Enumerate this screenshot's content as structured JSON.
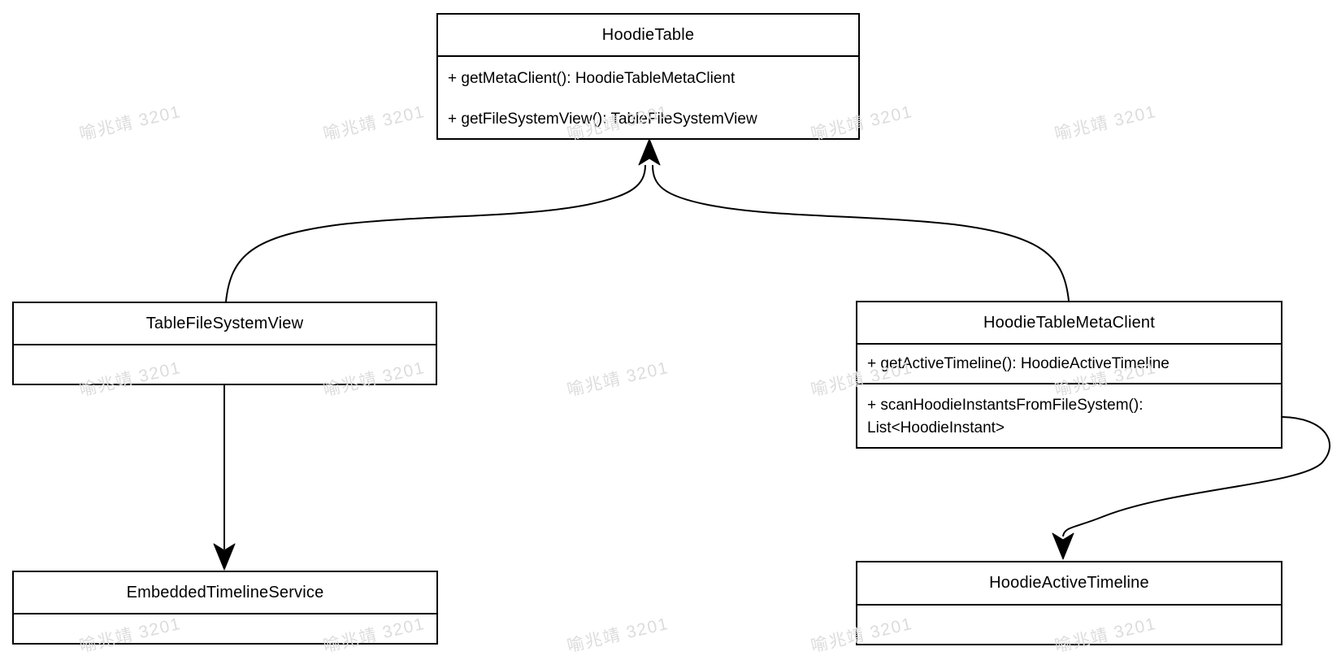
{
  "diagram": {
    "type": "uml-class-diagram",
    "classes": [
      {
        "id": "hoodie-table",
        "name": "HoodieTable",
        "sections": [
          {
            "lines": [
              "+ getMetaClient(): HoodieTableMetaClient",
              "+ getFileSystemView(): TableFileSystemView"
            ]
          }
        ]
      },
      {
        "id": "table-file-system-view",
        "name": "TableFileSystemView",
        "sections": [
          {
            "lines": []
          }
        ]
      },
      {
        "id": "hoodie-table-meta-client",
        "name": "HoodieTableMetaClient",
        "sections": [
          {
            "lines": [
              "+ getActiveTimeline(): HoodieActiveTimeline"
            ]
          },
          {
            "lines": [
              "+ scanHoodieInstantsFromFileSystem():",
              "List<HoodieInstant>"
            ]
          }
        ]
      },
      {
        "id": "embedded-timeline-service",
        "name": "EmbeddedTimelineService",
        "sections": [
          {
            "lines": []
          }
        ]
      },
      {
        "id": "hoodie-active-timeline",
        "name": "HoodieActiveTimeline",
        "sections": [
          {
            "lines": []
          }
        ]
      }
    ],
    "relations": [
      {
        "from": "TableFileSystemView",
        "to": "HoodieTable",
        "style": "curved",
        "arrowhead": "filled"
      },
      {
        "from": "HoodieTableMetaClient",
        "to": "HoodieTable",
        "style": "curved",
        "arrowhead": "filled"
      },
      {
        "from": "TableFileSystemView",
        "to": "EmbeddedTimelineService",
        "style": "straight",
        "arrowhead": "filled"
      },
      {
        "from": "HoodieTableMetaClient",
        "to": "HoodieActiveTimeline",
        "style": "s-curve",
        "arrowhead": "filled"
      }
    ],
    "colors": {
      "stroke": "#000000",
      "box_fill": "#ffffff",
      "background": "#ffffff",
      "watermark": "#dcdcdc"
    }
  },
  "watermark": {
    "text": "喻兆靖 3201"
  }
}
